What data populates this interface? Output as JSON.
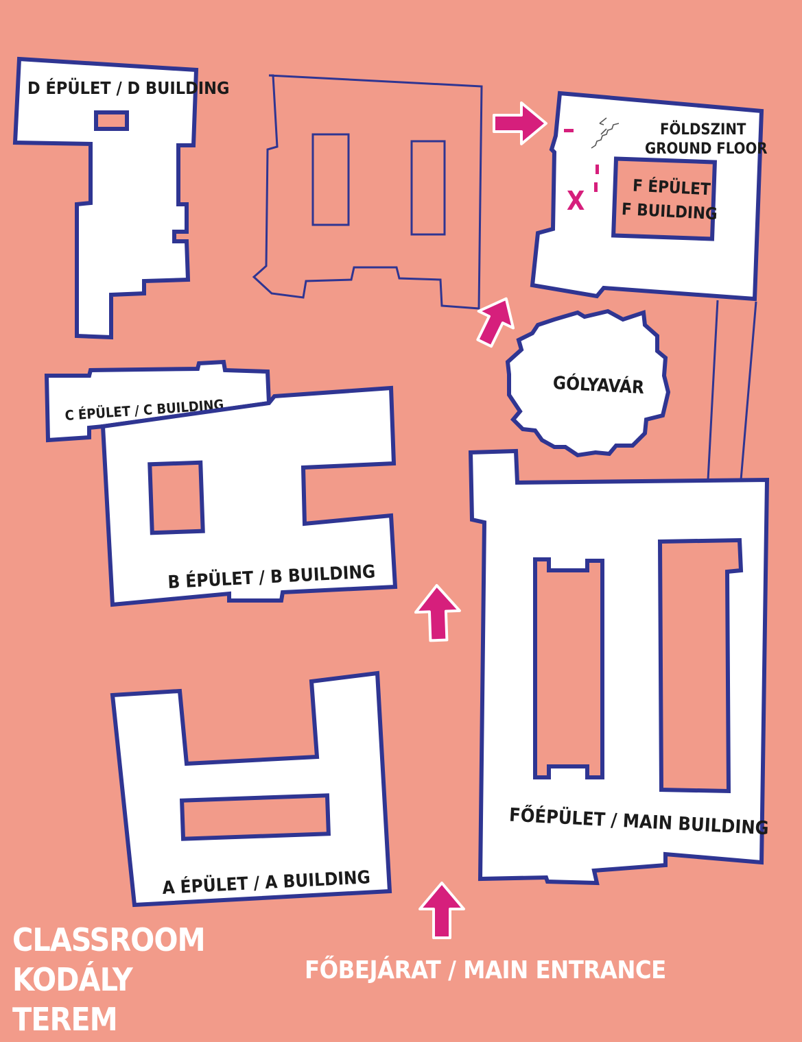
{
  "buildings": {
    "d": "D ÉPÜLET / D BUILDING",
    "c": "C ÉPÜLET / C BUILDING",
    "b": "B ÉPÜLET / B BUILDING",
    "a": "A ÉPÜLET / A BUILDING",
    "main": "FŐÉPÜLET / MAIN BUILDING",
    "golyavar": "GÓLYAVÁR",
    "f_line1": "F ÉPÜLET",
    "f_line2": "F BUILDING"
  },
  "floor": {
    "line1": "FÖLDSZINT",
    "line2": "GROUND FLOOR"
  },
  "marker": "X",
  "room": {
    "line1": "CLASSROOM",
    "line2": "KODÁLY",
    "line3": "TEREM"
  },
  "entrance": "FŐBEJÁRAT / MAIN ENTRANCE",
  "colors": {
    "background": "#f29b8a",
    "outline": "#2f3592",
    "arrow": "#d61f7c",
    "building": "#ffffff"
  }
}
